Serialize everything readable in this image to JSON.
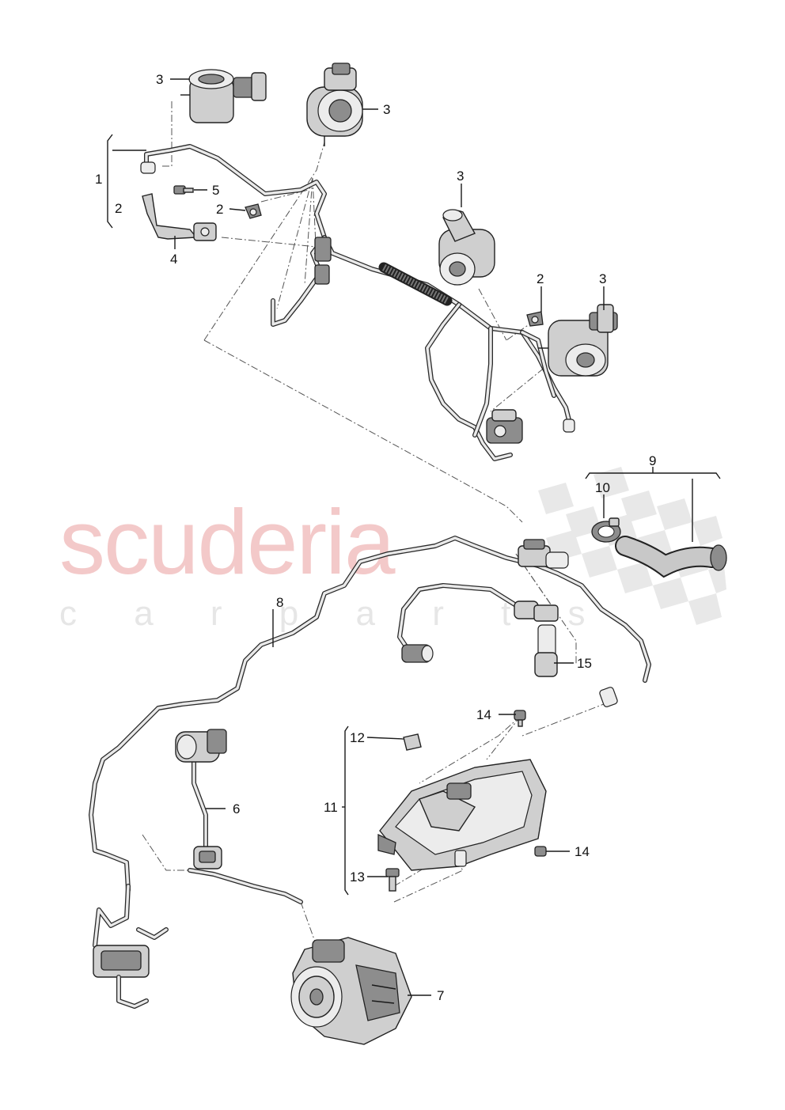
{
  "watermark": {
    "main": "scuderia",
    "sub": "c a r   p a r t s"
  },
  "callouts": {
    "c1": "1",
    "c2a": "2",
    "c2b": "2",
    "c2c": "2",
    "c3a": "3",
    "c3b": "3",
    "c3c": "3",
    "c3d": "3",
    "c4": "4",
    "c5": "5",
    "c6": "6",
    "c7": "7",
    "c8": "8",
    "c9": "9",
    "c10": "10",
    "c11": "11",
    "c12": "12",
    "c13": "13",
    "c14a": "14",
    "c14b": "14",
    "c15": "15"
  },
  "colors": {
    "watermark": "#f3c9c9",
    "line": "#1a1a1a",
    "part": "#cfcfcf"
  }
}
